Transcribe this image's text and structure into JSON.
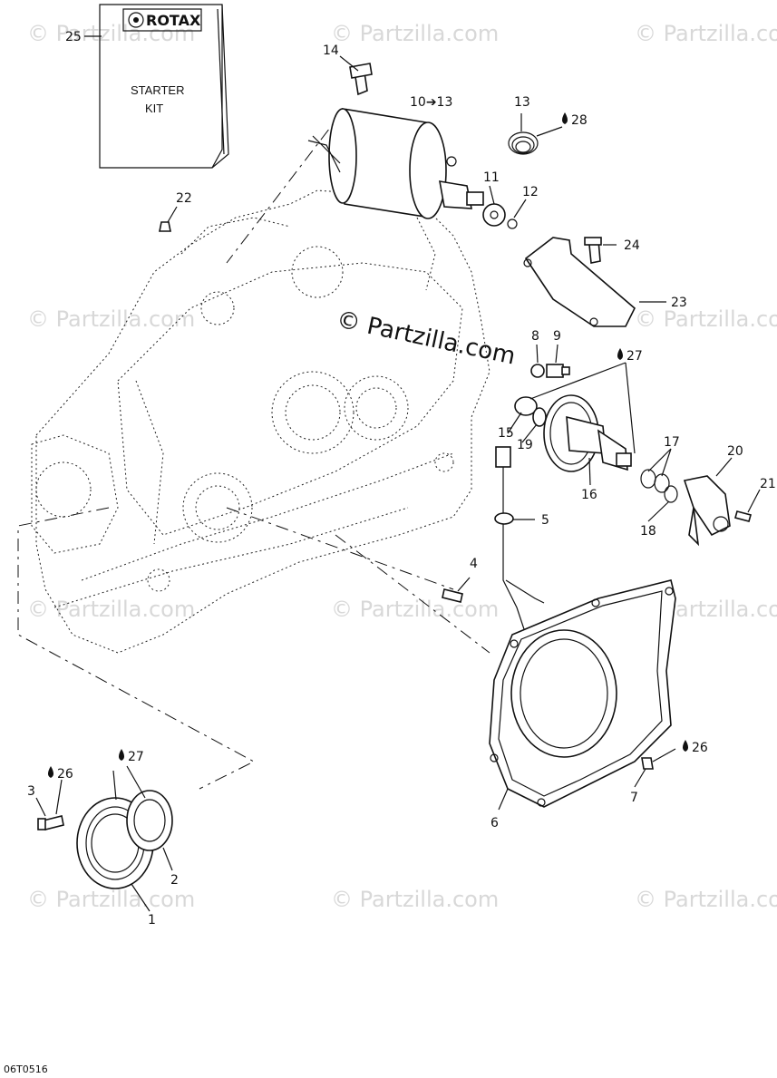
{
  "watermark": "© Partzilla.com",
  "center_watermark": "© Partzilla.com",
  "kit_box": {
    "brand": "ROTAX",
    "line1": "STARTER",
    "line2": "KIT"
  },
  "diagram_code": "06T0516",
  "callouts": {
    "c1": "1",
    "c2": "2",
    "c3": "3",
    "c4": "4",
    "c5": "5",
    "c6": "6",
    "c7": "7",
    "c8": "8",
    "c9": "9",
    "c10_13": "10➔13",
    "c11": "11",
    "c12": "12",
    "c13": "13",
    "c14": "14",
    "c15": "15",
    "c16": "16",
    "c17": "17",
    "c18": "18",
    "c19": "19",
    "c20": "20",
    "c21": "21",
    "c22": "22",
    "c23": "23",
    "c24": "24",
    "c25": "25"
  },
  "lubricants": {
    "l26": "26",
    "l27": "27",
    "l28": "28"
  }
}
